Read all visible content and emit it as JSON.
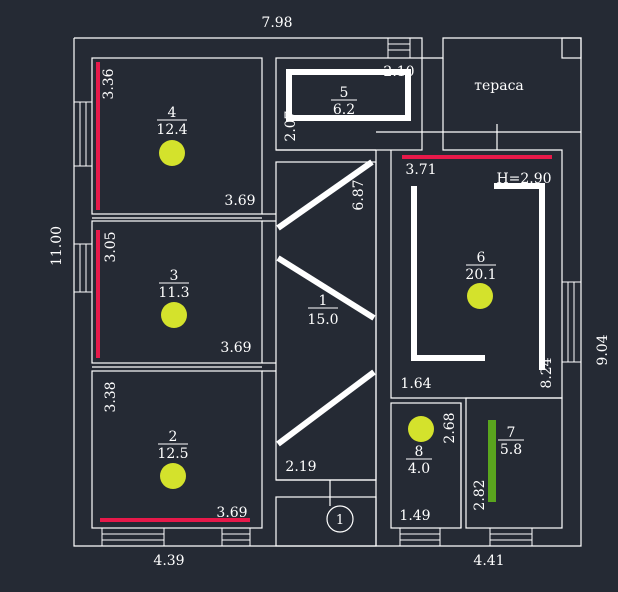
{
  "colors": {
    "background": "#252a34",
    "line": "#ffffff",
    "accent_red": "#e8194a",
    "accent_green": "#5aa51e",
    "marker": "#d4e22c"
  },
  "plan": {
    "overall_width_top": "7.98",
    "overall_height_left": "11.00",
    "overall_height_right": "9.04",
    "width_bottom_left": "4.39",
    "width_bottom_right": "4.41",
    "terrace_label": "тераса",
    "ceiling_height": "H=2.90",
    "entrance_number": "1",
    "rooms": [
      {
        "number": "4",
        "area": "12.4",
        "dims": [
          "3.36",
          "3.69"
        ]
      },
      {
        "number": "3",
        "area": "11.3",
        "dims": [
          "3.05",
          "3.69"
        ]
      },
      {
        "number": "2",
        "area": "12.5",
        "dims": [
          "3.38",
          "3.69"
        ]
      },
      {
        "number": "5",
        "area": "6.2",
        "dims": [
          "2.10",
          "2.07"
        ]
      },
      {
        "number": "1",
        "area": "15.0",
        "dims": [
          "6.87",
          "2.19"
        ]
      },
      {
        "number": "6",
        "area": "20.1",
        "dims": [
          "3.71",
          "8.24",
          "1.64"
        ]
      },
      {
        "number": "7",
        "area": "5.8",
        "dims": [
          "2.82"
        ]
      },
      {
        "number": "8",
        "area": "4.0",
        "dims": [
          "2.68",
          "1.49"
        ]
      }
    ]
  }
}
